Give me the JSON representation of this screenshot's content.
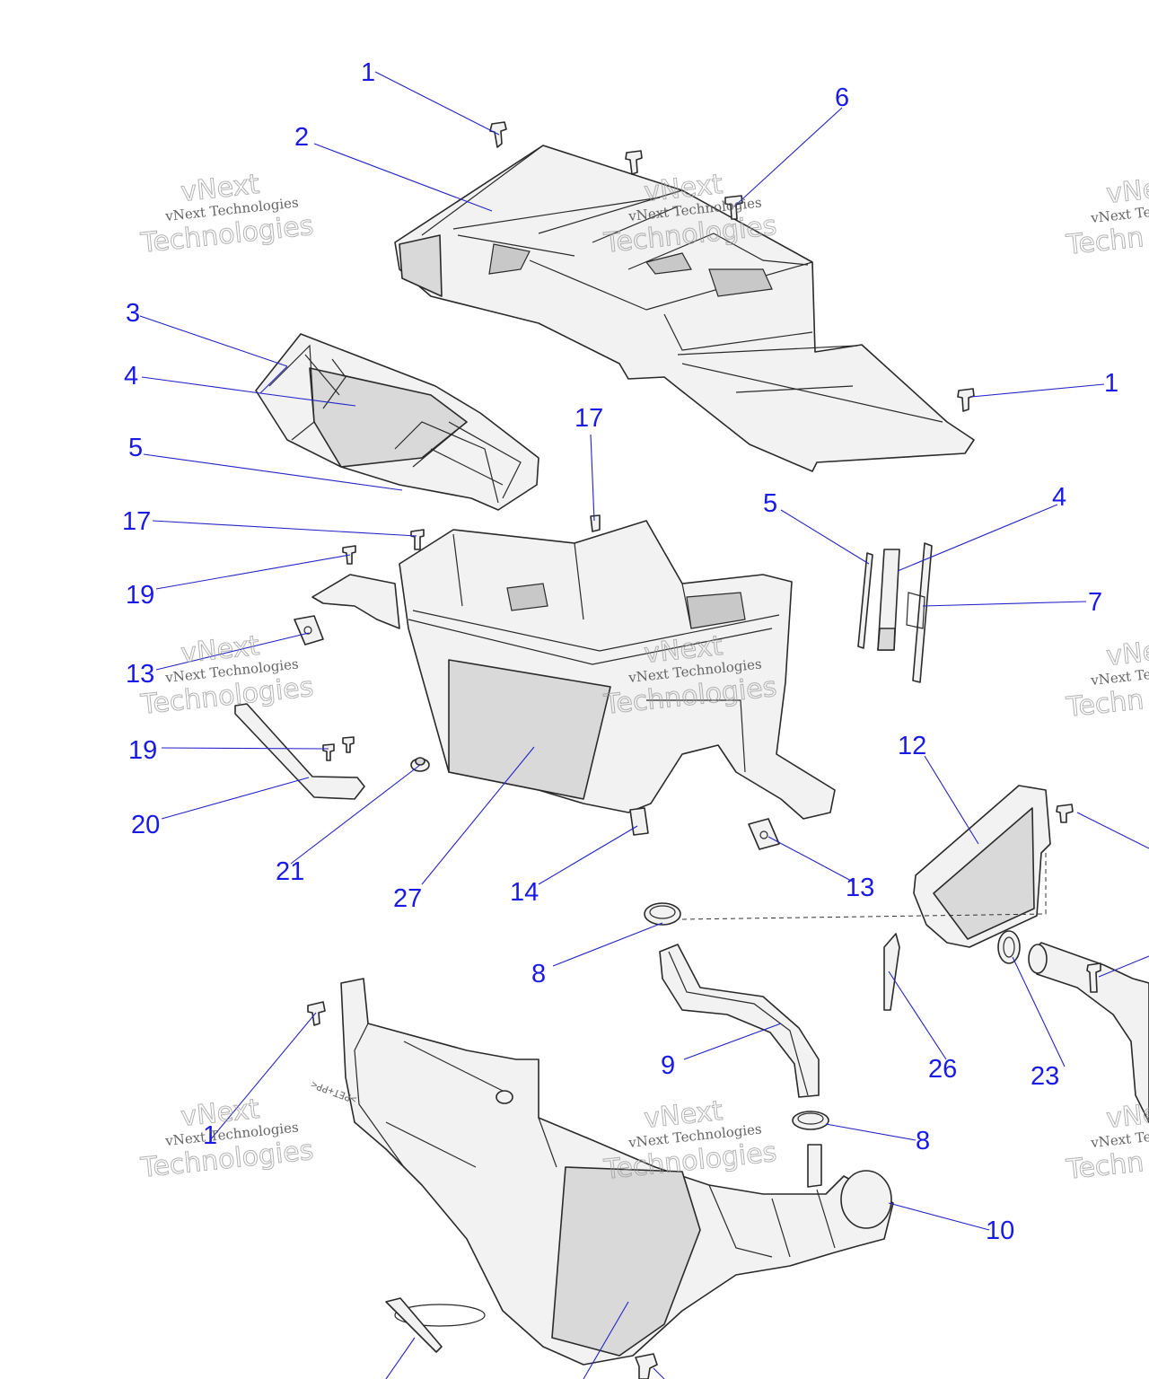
{
  "callouts": [
    {
      "id": "c1a",
      "label": "1"
    },
    {
      "id": "c2",
      "label": "2"
    },
    {
      "id": "c6",
      "label": "6"
    },
    {
      "id": "c3",
      "label": "3"
    },
    {
      "id": "c4a",
      "label": "4"
    },
    {
      "id": "c1b",
      "label": "1"
    },
    {
      "id": "c17a",
      "label": "17"
    },
    {
      "id": "c5a",
      "label": "5"
    },
    {
      "id": "c17b",
      "label": "17"
    },
    {
      "id": "c5b",
      "label": "5"
    },
    {
      "id": "c4b",
      "label": "4"
    },
    {
      "id": "c19a",
      "label": "19"
    },
    {
      "id": "c7",
      "label": "7"
    },
    {
      "id": "c13a",
      "label": "13"
    },
    {
      "id": "c12",
      "label": "12"
    },
    {
      "id": "c19b",
      "label": "19"
    },
    {
      "id": "c20",
      "label": "20"
    },
    {
      "id": "c21",
      "label": "21"
    },
    {
      "id": "c27",
      "label": "27"
    },
    {
      "id": "c14",
      "label": "14"
    },
    {
      "id": "c13b",
      "label": "13"
    },
    {
      "id": "c8a",
      "label": "8"
    },
    {
      "id": "c9",
      "label": "9"
    },
    {
      "id": "c26",
      "label": "26"
    },
    {
      "id": "c23",
      "label": "23"
    },
    {
      "id": "c8b",
      "label": "8"
    },
    {
      "id": "c1c",
      "label": "1"
    },
    {
      "id": "c10",
      "label": "10"
    }
  ],
  "watermark": {
    "line1": "vNext Technologies",
    "line2": "vNext",
    "line3": "Technologies",
    "partial_line1": "vNext Te",
    "partial_line2": "vNext",
    "partial_line3": "Techn"
  },
  "emboss_text": ">PET+PP<"
}
